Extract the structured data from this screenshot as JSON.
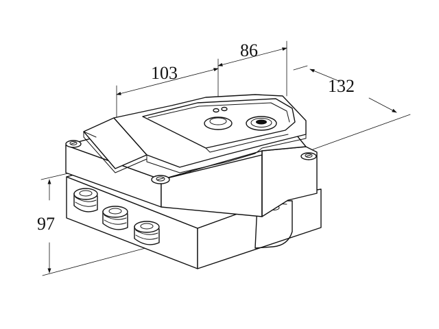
{
  "dimensions": {
    "length_left": "103",
    "length_right": "86",
    "depth": "132",
    "height": "97"
  },
  "colors": {
    "line": "#111111",
    "background": "#ffffff"
  }
}
